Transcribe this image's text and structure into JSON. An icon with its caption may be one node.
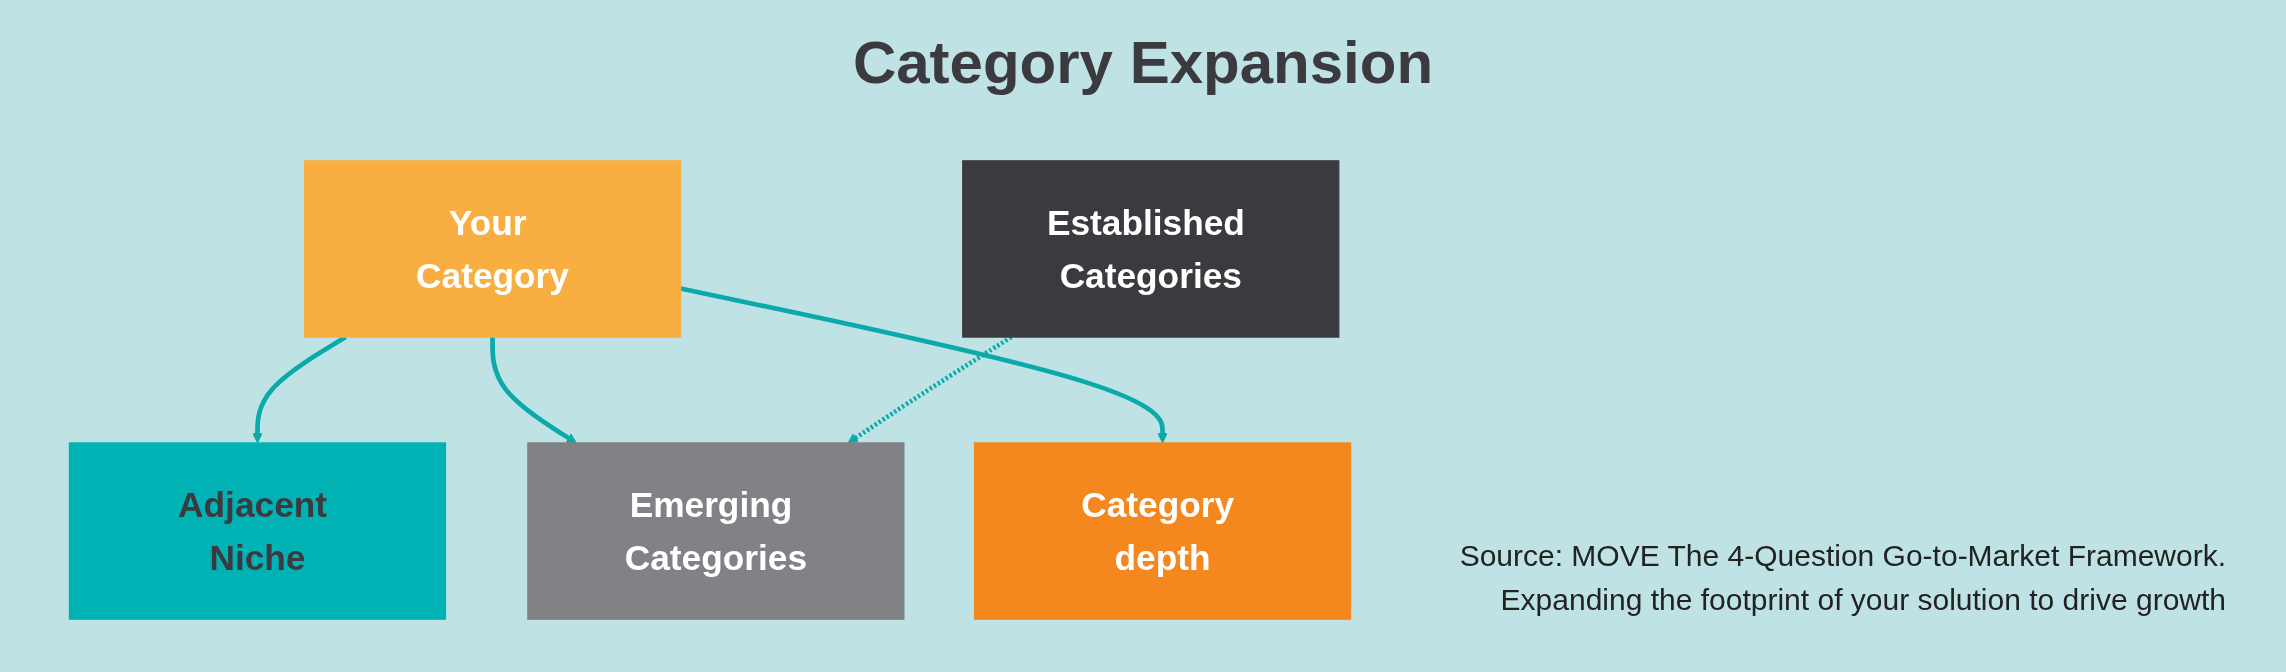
{
  "diagram": {
    "title": "Category Expansion",
    "nodes": [
      {
        "text": [
          "Your Category"
        ]
      },
      {
        "text": [
          "Adjacent Niche"
        ]
      },
      {
        "text": [
          "Emerging Categories"
        ]
      },
      {
        "text": [
          "Established Categories"
        ]
      },
      {
        "text": [
          "Category depth"
        ]
      }
    ],
    "edges": [
      {
        "from": 0,
        "to": 1,
        "arrow": "to",
        "color": "#0aa9aa"
      },
      {
        "from": 0,
        "to": 2,
        "arrow": "to",
        "color": "#0aa9aa"
      },
      {
        "from": 3,
        "to": 2,
        "arrow": "to",
        "style": "dashed",
        "color": "#0aa9aa"
      },
      {
        "from": 0,
        "to": 4,
        "arrow": "to",
        "color": "#0aa9aa"
      }
    ],
    "caption": "Source: MOVE The 4-Question Go-to-Market Framework. Expanding the footprint of your solution to drive growth"
  }
}
